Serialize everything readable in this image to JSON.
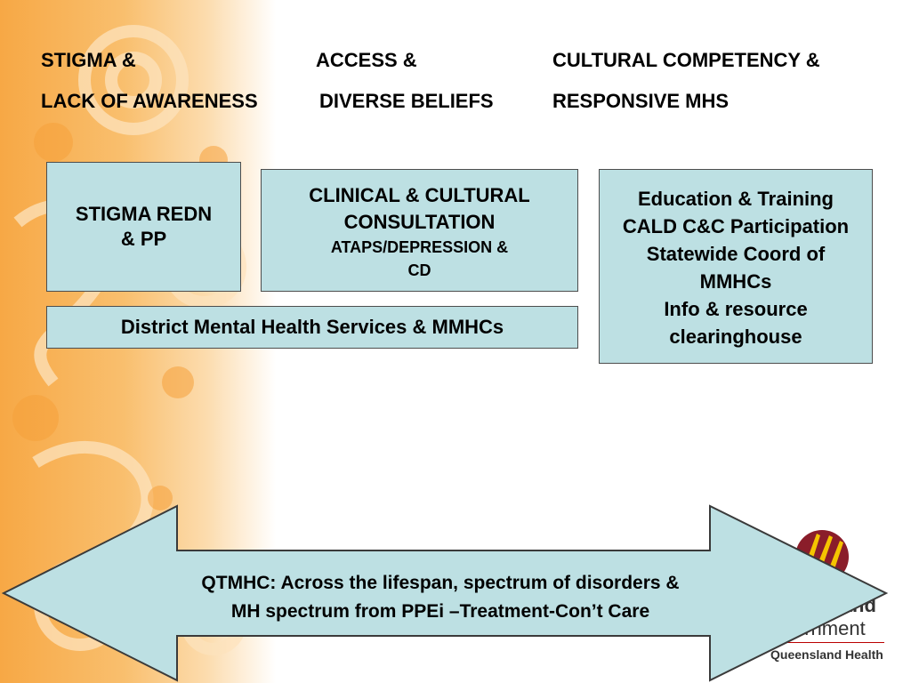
{
  "headings": {
    "col1": [
      "STIGMA &",
      "LACK OF AWARENESS"
    ],
    "col2": [
      "ACCESS &",
      "DIVERSE BELIEFS"
    ],
    "col3": [
      "CULTURAL COMPETENCY &",
      "RESPONSIVE MHS"
    ]
  },
  "boxes": {
    "stigma": [
      "STIGMA REDN",
      "& PP"
    ],
    "clinical": [
      "CLINICAL & CULTURAL",
      "CONSULTATION",
      "ATAPS/DEPRESSION &",
      "CD"
    ],
    "education": [
      "Education & Training",
      "CALD C&C Participation",
      "Statewide Coord of",
      "MMHCs",
      "Info & resource",
      "clearinghouse"
    ],
    "district": "District Mental Health Services & MMHCs"
  },
  "arrow": {
    "lines": [
      "QTMHC: Across the lifespan, spectrum of disorders &",
      "MH spectrum from PPEi –Treatment-Con’t Care"
    ]
  },
  "logo": {
    "icon": "queensland-government-logo-icon",
    "partial_text": "nsland",
    "gov_text": "ernment",
    "dept_text": "Queensland Health"
  },
  "colors": {
    "box_fill": "#bde0e3",
    "band_orange": "#f7a845"
  }
}
